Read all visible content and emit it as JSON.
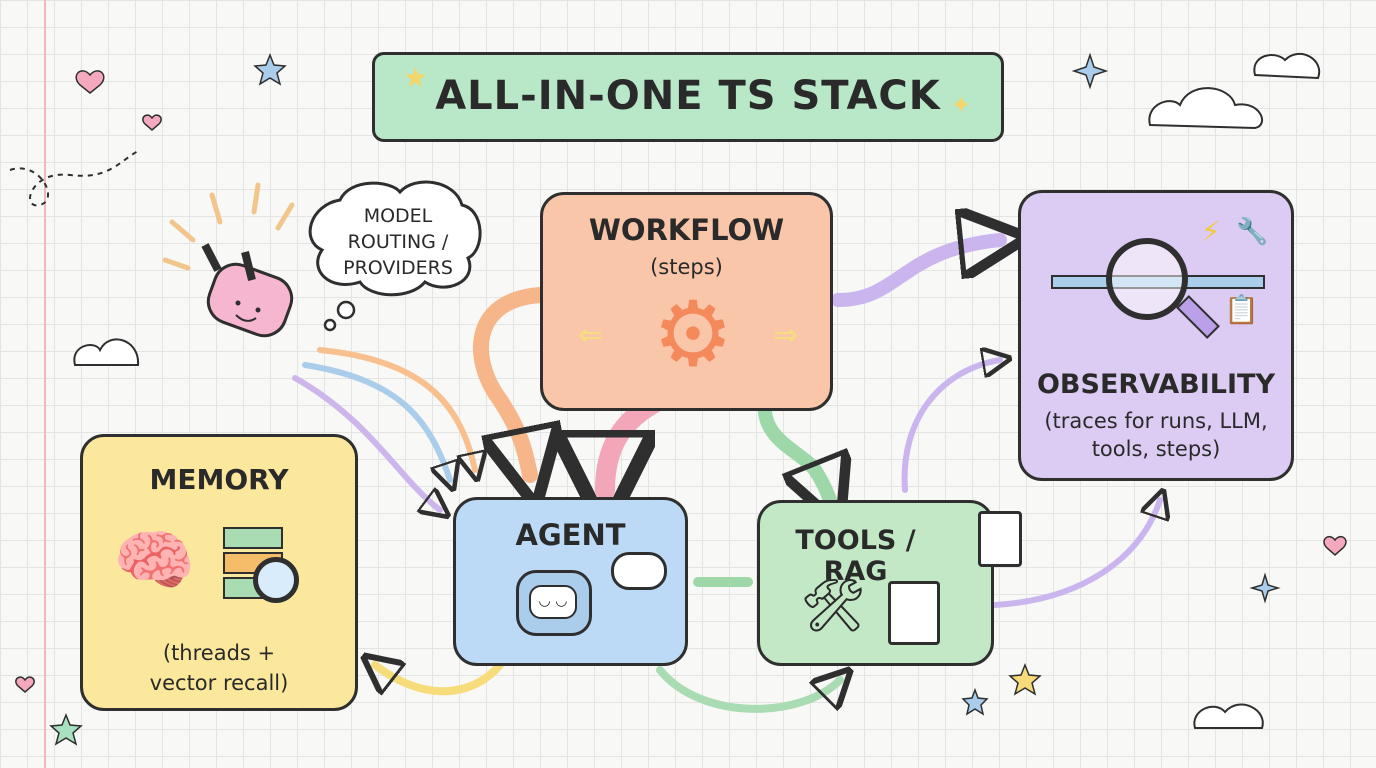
{
  "title": "ALL-IN-ONE TS STACK",
  "thought_bubble": {
    "lines": [
      "MODEL",
      "ROUTING /",
      "PROVIDERS"
    ]
  },
  "workflow": {
    "title": "WORKFLOW",
    "subtitle": "(steps)"
  },
  "observability": {
    "title": "OBSERVABILITY",
    "lines": [
      "(traces for runs, LLM,",
      "tools, steps)"
    ]
  },
  "memory": {
    "title": "MEMORY",
    "lines": [
      "(threads +",
      "vector recall)"
    ]
  },
  "agent": {
    "title": "AGENT"
  },
  "tools": {
    "title": "TOOLS / RAG"
  },
  "colors": {
    "title_bg": "#b8e8c8",
    "workflow": "#f9c6a9",
    "observability": "#dccbf2",
    "memory": "#fbe89c",
    "agent": "#bcdaf6",
    "tools": "#c2e8c6"
  }
}
